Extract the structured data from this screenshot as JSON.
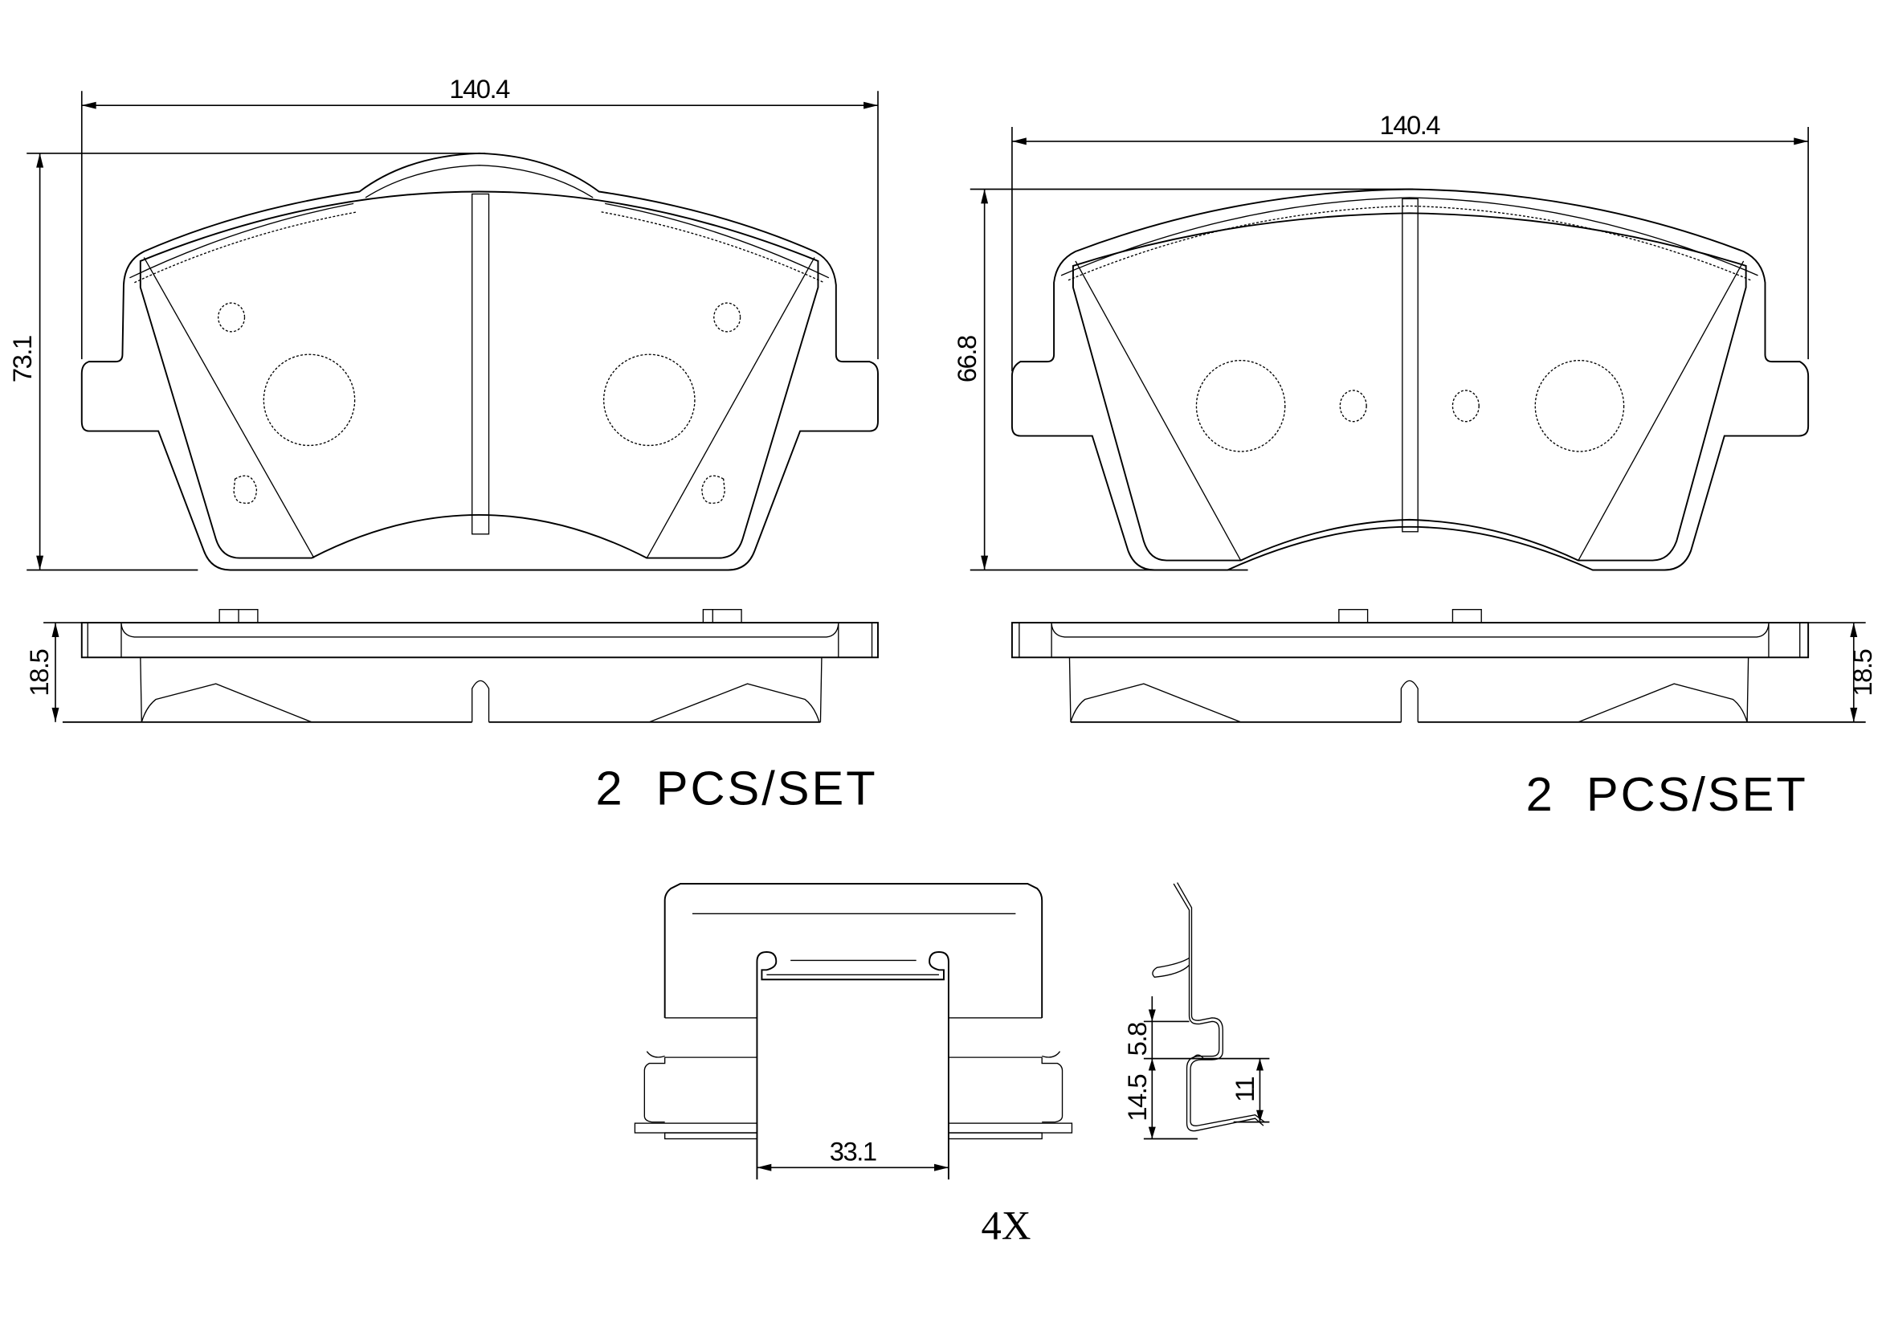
{
  "drawing": {
    "type": "brake pad technical drawing",
    "units": "mm"
  },
  "pad_left": {
    "width_dimension": "140.4",
    "height_dimension": "73.1",
    "thickness_dimension": "18.5",
    "quantity_label": "2  PCS/SET"
  },
  "pad_right": {
    "width_dimension": "140.4",
    "height_dimension": "66.8",
    "thickness_dimension": "18.5",
    "quantity_label": "2  PCS/SET"
  },
  "clip": {
    "width_dimension": "33.1",
    "side_dimensions": {
      "upper": "5.8",
      "lower": "14.5",
      "inner": "11"
    },
    "quantity_label": "4X"
  }
}
